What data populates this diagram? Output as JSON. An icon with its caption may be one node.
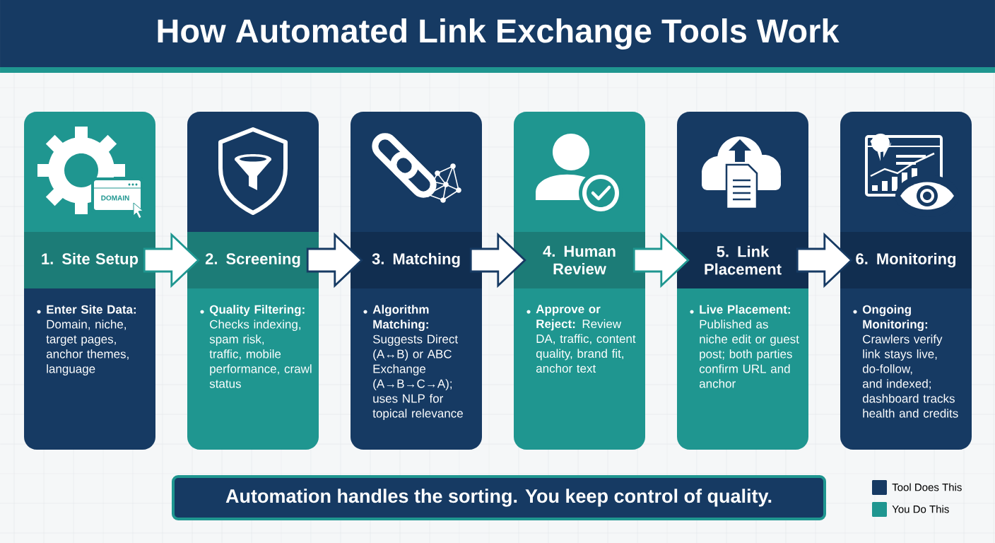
{
  "diagram": {
    "title": "How Automated Link Exchange Tools Work",
    "nodes": [
      {
        "text": [
          "1. Site Setup",
          "**Enter Site Data:** Domain, niche, target pages, anchor themes, language"
        ]
      },
      {
        "text": [
          "2. Screening",
          "**Quality Filtering:** Checks indexing, spam risk, traffic, mobile performance, crawl status"
        ]
      },
      {
        "text": [
          "3. Matching",
          "**Algorithm Matching:** Suggests Direct (A↔B) or ABC Exchange (A→B→C→A); uses NLP for topical relevance"
        ]
      },
      {
        "text": [
          "4. Human Review",
          "**Approve or Reject:** Review DA, traffic, content quality, brand fit, anchor text"
        ]
      },
      {
        "text": [
          "5. Link Placement",
          "**Live Placement:** Published as niche edit or guest post; both parties confirm URL and anchor"
        ]
      },
      {
        "text": [
          "6. Monitoring",
          "**Ongoing Monitoring:** Crawlers verify link stays live, do-follow, and indexed; dashboard tracks health and credits"
        ]
      },
      {
        "text": [
          "Automation handles the sorting. You keep control of quality."
        ]
      }
    ],
    "edges": [
      {
        "from": 0,
        "to": 1,
        "arrow": "to",
        "color": "#1f9690"
      },
      {
        "from": 1,
        "to": 2,
        "arrow": "to"
      },
      {
        "from": 2,
        "to": 3,
        "arrow": "to"
      },
      {
        "from": 3,
        "to": 4,
        "arrow": "to",
        "color": "#1f9690"
      },
      {
        "from": 4,
        "to": 5,
        "arrow": "to"
      }
    ],
    "labels": [
      "DOMAIN"
    ],
    "legend": [
      {
        "text": "Tool Does This",
        "color": "#163a63"
      },
      {
        "text": "You Do This",
        "color": "#1f9690"
      }
    ]
  }
}
